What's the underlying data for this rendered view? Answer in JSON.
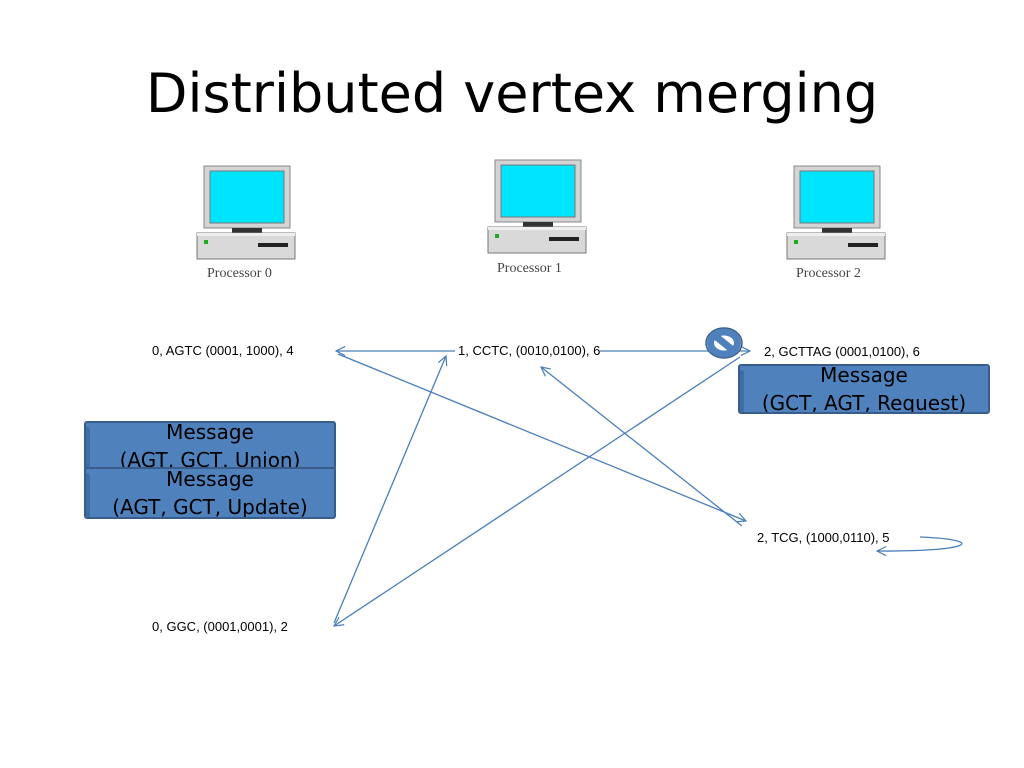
{
  "slide": {
    "title": "Distributed vertex merging"
  },
  "processors": [
    {
      "label": "Processor 0"
    },
    {
      "label": "Processor 1"
    },
    {
      "label": "Processor 2"
    }
  ],
  "vertices": {
    "v_agtc": "0, AGTC  (0001, 1000), 4",
    "v_cctc": "1, CCTC,  (0010,0100), 6",
    "v_gcttag": "2, GCTTAG  (0001,0100), 6",
    "v_tcg": "2, TCG,  (1000,0110), 5",
    "v_ggc": "0, GGC,  (0001,0001), 2"
  },
  "messages": [
    {
      "title": "Message",
      "body": "(GCT, AGT, Request)"
    },
    {
      "title": "Message",
      "body": "(AGT, GCT, Union)"
    },
    {
      "title": "Message",
      "body": "(AGT, GCT, Update)"
    }
  ],
  "icons": {
    "computer": "computer-icon",
    "blocked": "no-entry-icon"
  },
  "colors": {
    "arrow": "#4a7ebb",
    "message_fill": "#4f81bd",
    "message_border": "#385d8a",
    "screen": "#00e5ff"
  }
}
